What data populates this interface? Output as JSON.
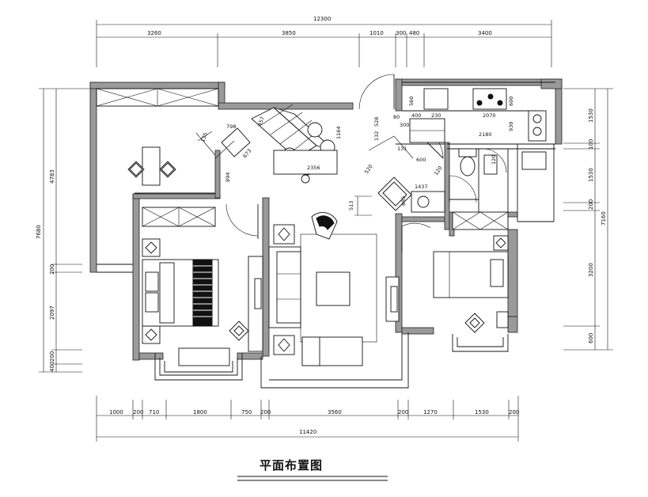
{
  "caption": "平面布置图",
  "dimensions": {
    "top_total": "12300",
    "top_segments": [
      "3260",
      "3850",
      "1010",
      "300",
      "480",
      "3400"
    ],
    "bottom_total": "11420",
    "bottom_segments": [
      "1000",
      "200",
      "710",
      "1800",
      "750",
      "200",
      "3560",
      "200",
      "1270",
      "1530",
      "200"
    ],
    "left_total": "7680",
    "left_segments": [
      "4783",
      "200",
      "2097",
      "400",
      "200"
    ],
    "right_total": "7160",
    "right_segments": [
      "1530",
      "100",
      "1530",
      "200",
      "3200",
      "600"
    ]
  },
  "inner_labels": {
    "kitchen": [
      "560",
      "400",
      "230",
      "2070",
      "600",
      "80",
      "300",
      "930",
      "2180"
    ],
    "corridor": [
      "528",
      "132",
      "131",
      "600",
      "120",
      "520",
      "1437",
      "885",
      "513",
      "894"
    ],
    "dining": [
      "798",
      "457",
      "673",
      "1164",
      "2356",
      "135"
    ],
    "bath": [
      "120"
    ]
  }
}
